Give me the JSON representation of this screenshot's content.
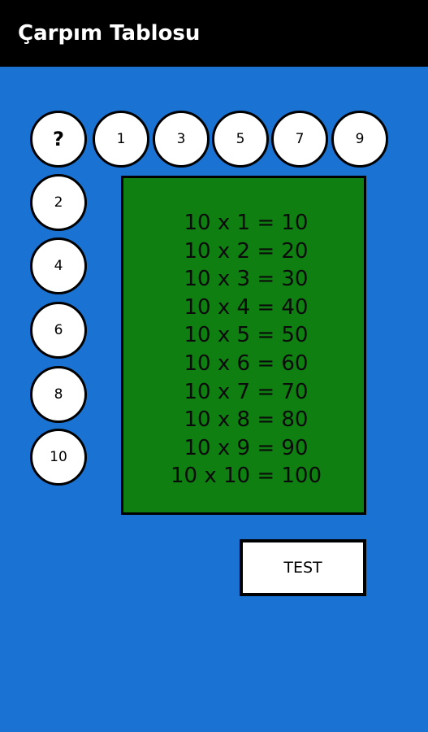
{
  "app_bar": {
    "title": "Çarpım Tablosu"
  },
  "colors": {
    "background": "#1a73d2",
    "app_bar": "#000000",
    "table_panel": "#0e7f10",
    "button": "#ffffff"
  },
  "number_buttons": {
    "question": "?",
    "top_row": [
      "1",
      "3",
      "5",
      "7",
      "9"
    ],
    "left_column": [
      "2",
      "4",
      "6",
      "8",
      "10"
    ]
  },
  "table": {
    "rows": [
      "10 x 1 = 10",
      "10 x 2 = 20",
      "10 x 3 = 30",
      "10 x 4 = 40",
      "10 x 5 = 50",
      "10 x 6 = 60",
      "10 x 7 = 70",
      "10 x 8 = 80",
      "10 x 9 = 90",
      "10 x 10 = 100"
    ]
  },
  "test_button": {
    "label": "TEST"
  }
}
